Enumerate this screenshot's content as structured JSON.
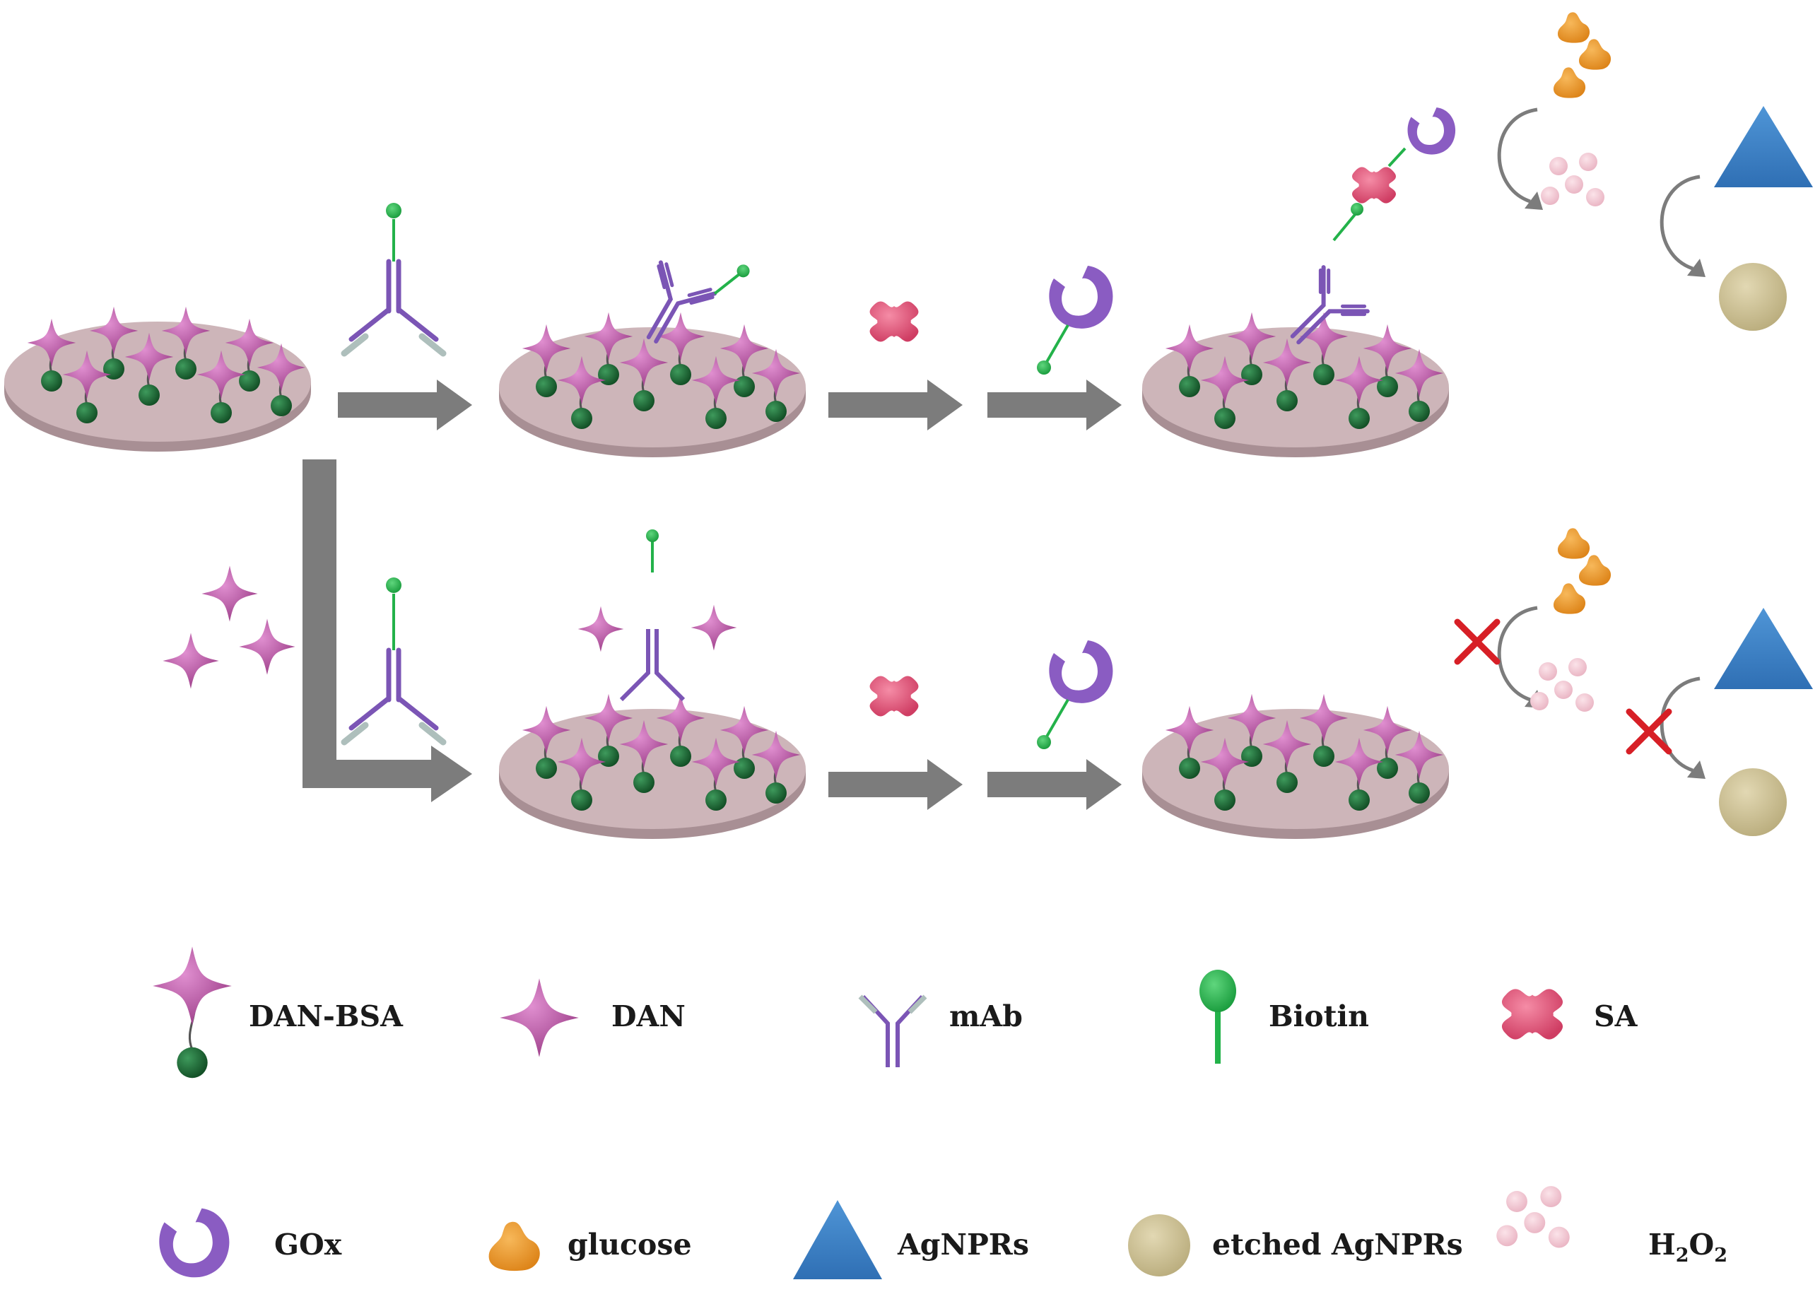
{
  "legend": {
    "dan_bsa": "DAN-BSA",
    "dan": "DAN",
    "mab": "mAb",
    "biotin": "Biotin",
    "sa": "SA",
    "gox": "GOx",
    "glucose": "glucose",
    "agnprs": "AgNPRs",
    "etched_agnprs": "etched AgNPRs",
    "h2o2": {
      "h": "H",
      "sub1": "2",
      "o": "O",
      "sub2": "2"
    }
  },
  "colors": {
    "plate_top": "#c9b0b4",
    "plate_side": "#a88f94",
    "dan": "#b14d9c",
    "bsa": "#1c6b36",
    "antibody": "#7b55b5",
    "antibody_light": "#aebfbc",
    "biotin": "#23b24a",
    "sa": "#e2587a",
    "gox": "#8a5cc2",
    "glucose": "#ee9a2b",
    "agnprs": "#3f81c5",
    "etched_agnprs": "#cbbf92",
    "h2o2": "#efc5cf",
    "arrow": "#7c7c7c",
    "cross": "#d71f26"
  }
}
